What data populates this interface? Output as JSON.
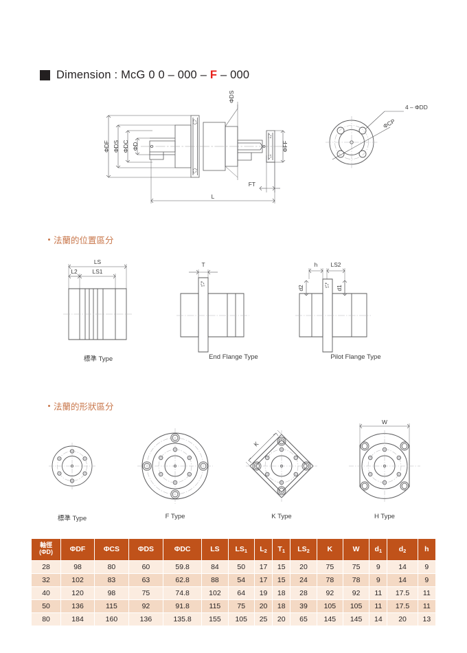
{
  "title": {
    "marker": "filled-square",
    "prefix": "Dimension : McG 0 0 – 000 – ",
    "accent": "F",
    "suffix": " – 000",
    "accent_color": "#e8221c"
  },
  "sections": [
    {
      "id": "position",
      "label": "法蘭的位置區分",
      "color": "#c8764a"
    },
    {
      "id": "shape",
      "label": "法蘭的形狀區分",
      "color": "#c8764a"
    }
  ],
  "main_drawing": {
    "labels": {
      "df": "ΦDF",
      "ds_left": "ΦDS",
      "dc": "ΦDC",
      "d": "ΦD",
      "ds_top": "ΦDS",
      "ff": "ΦFF",
      "ft": "FT",
      "l": "L",
      "dd": "4 – ΦDD",
      "cp": "ΦCP"
    }
  },
  "position_types": [
    {
      "caption": "標準 Type",
      "dims": [
        "LS",
        "L2",
        "LS1"
      ]
    },
    {
      "caption": "End Flange Type",
      "dims": [
        "T"
      ]
    },
    {
      "caption": "Pilot Flange Type",
      "dims": [
        "h",
        "LS2",
        "d2",
        "d1"
      ]
    }
  ],
  "shape_types": [
    {
      "caption": "標準 Type",
      "dims": []
    },
    {
      "caption": "F Type",
      "dims": []
    },
    {
      "caption": "K Type",
      "dims": [
        "K"
      ]
    },
    {
      "caption": "H Type",
      "dims": [
        "W"
      ]
    }
  ],
  "table": {
    "header_bg": "#c0521a",
    "row_bg_odd": "#fbece0",
    "row_bg_even": "#f4d9c4",
    "columns": [
      {
        "label": "軸徑",
        "sub": "(ΦD)",
        "two_line": true
      },
      {
        "label": "ΦDF"
      },
      {
        "label": "ΦCS"
      },
      {
        "label": "ΦDS"
      },
      {
        "label": "ΦDC"
      },
      {
        "label": "LS"
      },
      {
        "label": "LS",
        "subscript": "1"
      },
      {
        "label": "L",
        "subscript": "2"
      },
      {
        "label": "T",
        "subscript": "1"
      },
      {
        "label": "LS",
        "subscript": "2"
      },
      {
        "label": "K"
      },
      {
        "label": "W"
      },
      {
        "label": "d",
        "subscript": "1"
      },
      {
        "label": "d",
        "subscript": "2"
      },
      {
        "label": "h"
      }
    ],
    "rows": [
      [
        "28",
        "98",
        "80",
        "60",
        "59.8",
        "84",
        "50",
        "17",
        "15",
        "20",
        "75",
        "75",
        "9",
        "14",
        "9"
      ],
      [
        "32",
        "102",
        "83",
        "63",
        "62.8",
        "88",
        "54",
        "17",
        "15",
        "24",
        "78",
        "78",
        "9",
        "14",
        "9"
      ],
      [
        "40",
        "120",
        "98",
        "75",
        "74.8",
        "102",
        "64",
        "19",
        "18",
        "28",
        "92",
        "92",
        "11",
        "17.5",
        "11"
      ],
      [
        "50",
        "136",
        "115",
        "92",
        "91.8",
        "115",
        "75",
        "20",
        "18",
        "39",
        "105",
        "105",
        "11",
        "17.5",
        "11"
      ],
      [
        "80",
        "184",
        "160",
        "136",
        "135.8",
        "155",
        "105",
        "25",
        "20",
        "65",
        "145",
        "145",
        "14",
        "20",
        "13"
      ]
    ]
  }
}
